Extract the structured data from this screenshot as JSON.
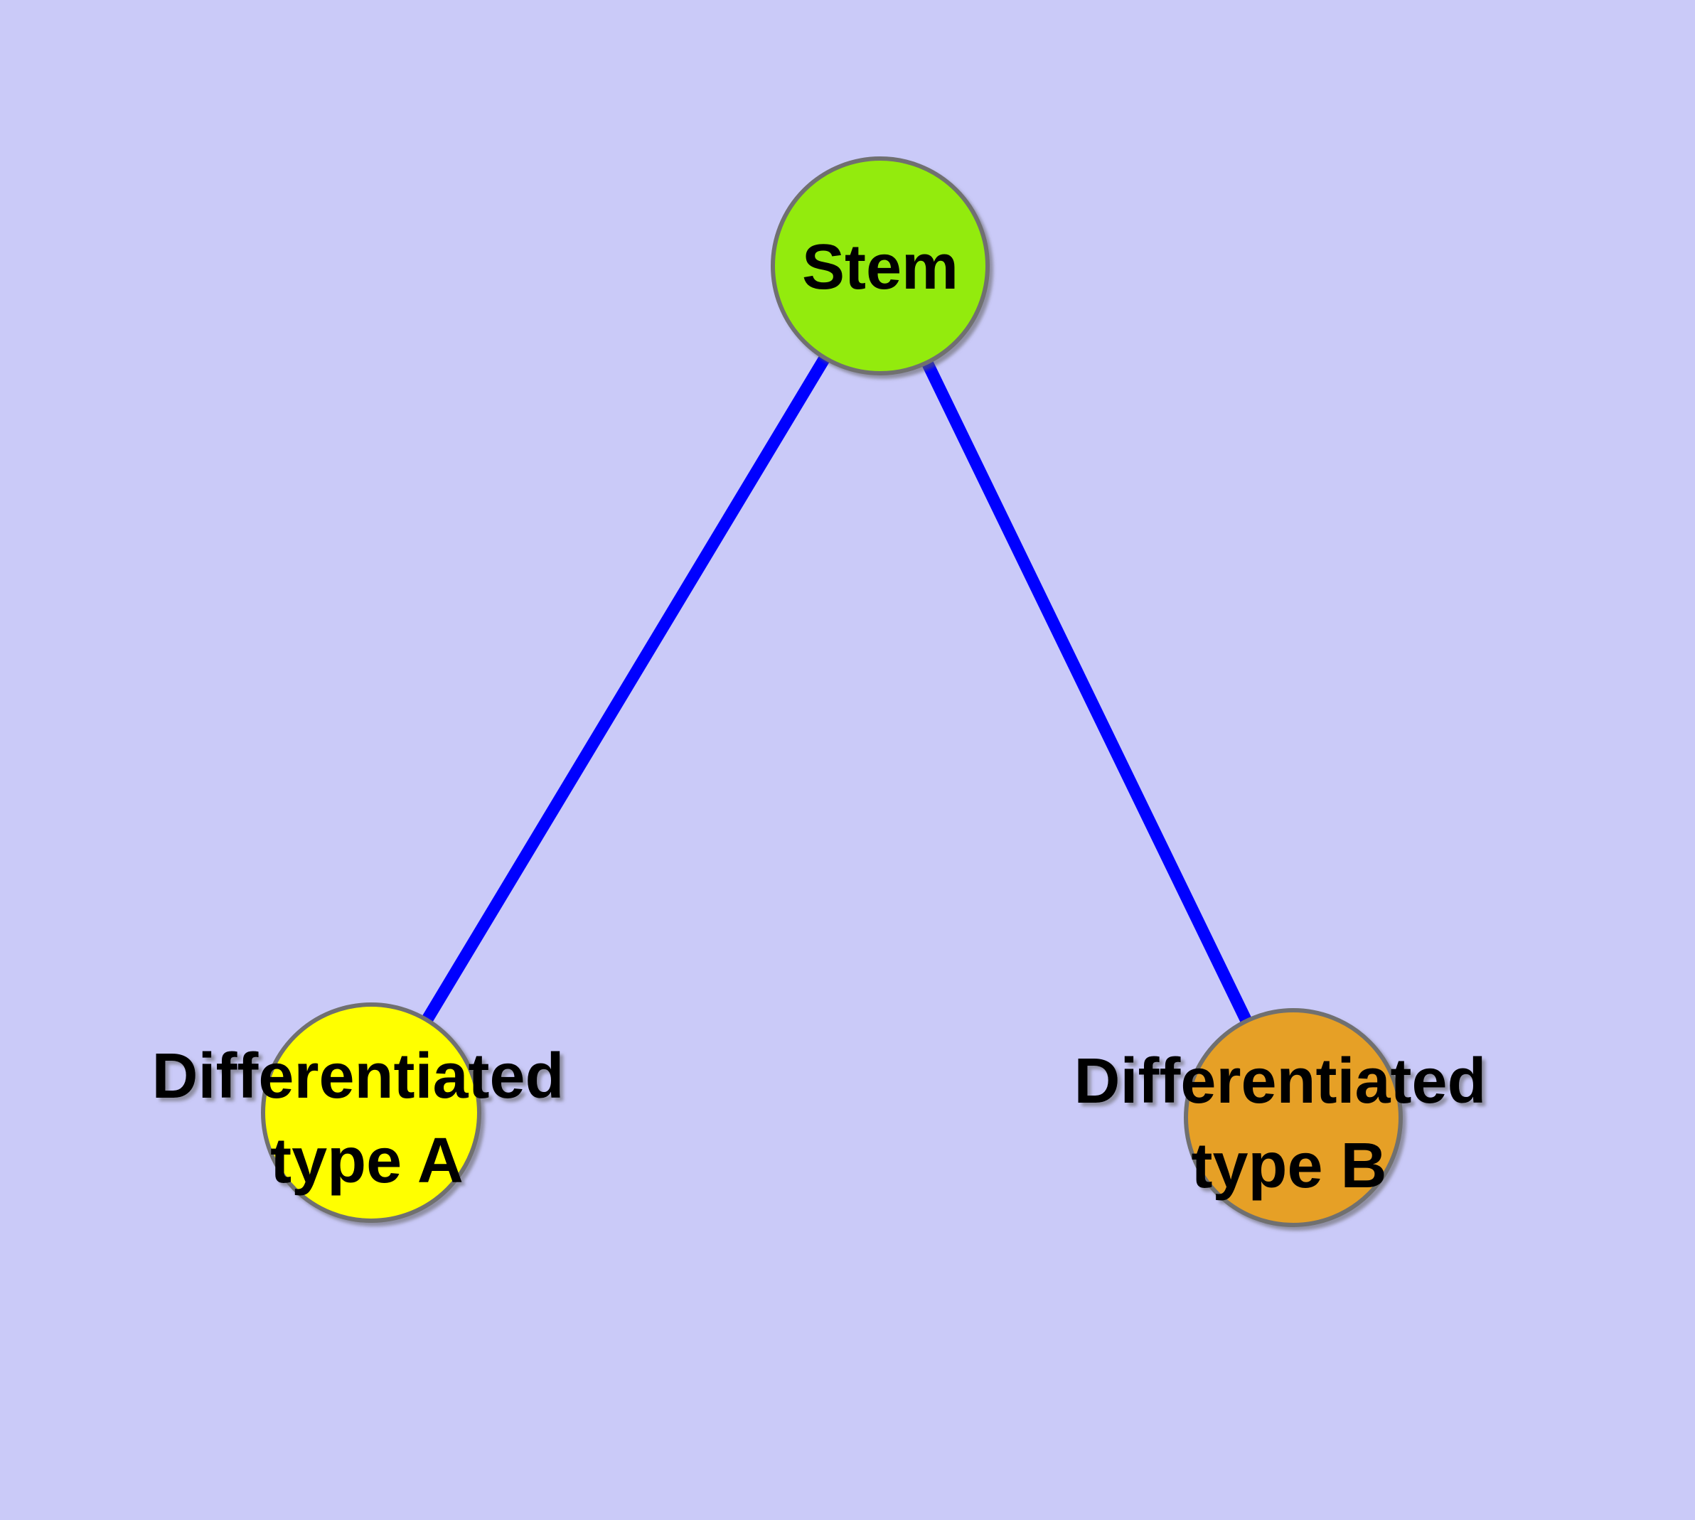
{
  "diagram": {
    "type": "graph",
    "description": "Stem cell differentiation graph: one stem node with two differentiated daughter types",
    "colors": {
      "background": "#cacaf8",
      "edge": "#0000ff",
      "node_stroke": "#6f6f6f",
      "label_text": "#000000",
      "shadow": "#606060"
    },
    "nodes": {
      "stem": {
        "label": "Stem",
        "fill": "#93eb0b"
      },
      "type_a": {
        "label_line1": "Differentiated",
        "label_line2": "type A",
        "fill": "#ffff00"
      },
      "type_b": {
        "label_line1": "Differentiated",
        "label_line2": "type B",
        "fill": "#e6a028"
      }
    },
    "edges": [
      {
        "from": "Stem",
        "to": "Differentiated type A"
      },
      {
        "from": "Stem",
        "to": "Differentiated type B"
      }
    ]
  }
}
